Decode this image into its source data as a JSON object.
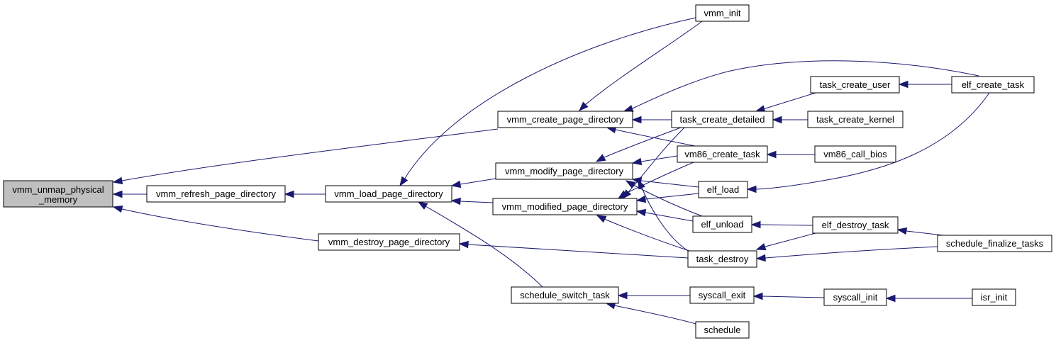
{
  "colors": {
    "edge": "#191970",
    "root_fill": "#bfbfbf",
    "node_fill": "#ffffff",
    "node_stroke": "#000000"
  },
  "nodes": {
    "vmm_unmap_physical_memory": {
      "lines": [
        "vmm_unmap_physical",
        "_memory"
      ]
    },
    "vmm_refresh_page_directory": {
      "lines": [
        "vmm_refresh_page_directory"
      ]
    },
    "vmm_load_page_directory": {
      "lines": [
        "vmm_load_page_directory"
      ]
    },
    "vmm_create_page_directory": {
      "lines": [
        "vmm_create_page_directory"
      ]
    },
    "vmm_modify_page_directory": {
      "lines": [
        "vmm_modify_page_directory"
      ]
    },
    "vmm_modified_page_directory": {
      "lines": [
        "vmm_modified_page_directory"
      ]
    },
    "vmm_destroy_page_directory": {
      "lines": [
        "vmm_destroy_page_directory"
      ]
    },
    "schedule_switch_task": {
      "lines": [
        "schedule_switch_task"
      ]
    },
    "vmm_init": {
      "lines": [
        "vmm_init"
      ]
    },
    "task_create_detailed": {
      "lines": [
        "task_create_detailed"
      ]
    },
    "vm86_create_task": {
      "lines": [
        "vm86_create_task"
      ]
    },
    "elf_load": {
      "lines": [
        "elf_load"
      ]
    },
    "elf_unload": {
      "lines": [
        "elf_unload"
      ]
    },
    "task_destroy": {
      "lines": [
        "task_destroy"
      ]
    },
    "syscall_exit": {
      "lines": [
        "syscall_exit"
      ]
    },
    "schedule": {
      "lines": [
        "schedule"
      ]
    },
    "task_create_user": {
      "lines": [
        "task_create_user"
      ]
    },
    "task_create_kernel": {
      "lines": [
        "task_create_kernel"
      ]
    },
    "vm86_call_bios": {
      "lines": [
        "vm86_call_bios"
      ]
    },
    "elf_destroy_task": {
      "lines": [
        "elf_destroy_task"
      ]
    },
    "syscall_init": {
      "lines": [
        "syscall_init"
      ]
    },
    "elf_create_task": {
      "lines": [
        "elf_create_task"
      ]
    },
    "schedule_finalize_tasks": {
      "lines": [
        "schedule_finalize_tasks"
      ]
    },
    "isr_init": {
      "lines": [
        "isr_init"
      ]
    }
  },
  "edges": [
    {
      "from": "vmm_refresh_page_directory",
      "to": "vmm_unmap_physical_memory"
    },
    {
      "from": "vmm_create_page_directory",
      "to": "vmm_unmap_physical_memory"
    },
    {
      "from": "vmm_destroy_page_directory",
      "to": "vmm_unmap_physical_memory"
    },
    {
      "from": "vmm_load_page_directory",
      "to": "vmm_refresh_page_directory"
    },
    {
      "from": "vmm_init",
      "to": "vmm_load_page_directory"
    },
    {
      "from": "vmm_modify_page_directory",
      "to": "vmm_load_page_directory"
    },
    {
      "from": "vmm_modified_page_directory",
      "to": "vmm_load_page_directory"
    },
    {
      "from": "schedule_switch_task",
      "to": "vmm_load_page_directory"
    },
    {
      "from": "vmm_init",
      "to": "vmm_create_page_directory"
    },
    {
      "from": "task_create_detailed",
      "to": "vmm_create_page_directory"
    },
    {
      "from": "elf_create_task",
      "to": "vmm_create_page_directory"
    },
    {
      "from": "vm86_create_task",
      "to": "vmm_create_page_directory"
    },
    {
      "from": "vm86_create_task",
      "to": "vmm_modify_page_directory"
    },
    {
      "from": "task_create_detailed",
      "to": "vmm_modify_page_directory"
    },
    {
      "from": "elf_load",
      "to": "vmm_modify_page_directory"
    },
    {
      "from": "elf_unload",
      "to": "vmm_modify_page_directory"
    },
    {
      "from": "task_destroy",
      "to": "vmm_modify_page_directory"
    },
    {
      "from": "elf_load",
      "to": "vmm_modified_page_directory"
    },
    {
      "from": "elf_unload",
      "to": "vmm_modified_page_directory"
    },
    {
      "from": "vm86_create_task",
      "to": "vmm_modified_page_directory"
    },
    {
      "from": "task_create_detailed",
      "to": "vmm_modified_page_directory"
    },
    {
      "from": "task_destroy",
      "to": "vmm_modified_page_directory"
    },
    {
      "from": "task_destroy",
      "to": "vmm_destroy_page_directory"
    },
    {
      "from": "syscall_exit",
      "to": "schedule_switch_task"
    },
    {
      "from": "schedule",
      "to": "schedule_switch_task"
    },
    {
      "from": "task_create_user",
      "to": "task_create_detailed"
    },
    {
      "from": "task_create_kernel",
      "to": "task_create_detailed"
    },
    {
      "from": "vm86_call_bios",
      "to": "vm86_create_task"
    },
    {
      "from": "elf_create_task",
      "to": "elf_load"
    },
    {
      "from": "elf_destroy_task",
      "to": "elf_unload"
    },
    {
      "from": "elf_destroy_task",
      "to": "task_destroy"
    },
    {
      "from": "schedule_finalize_tasks",
      "to": "task_destroy"
    },
    {
      "from": "syscall_init",
      "to": "syscall_exit"
    },
    {
      "from": "elf_create_task",
      "to": "task_create_user"
    },
    {
      "from": "schedule_finalize_tasks",
      "to": "elf_destroy_task"
    },
    {
      "from": "isr_init",
      "to": "syscall_init"
    }
  ]
}
